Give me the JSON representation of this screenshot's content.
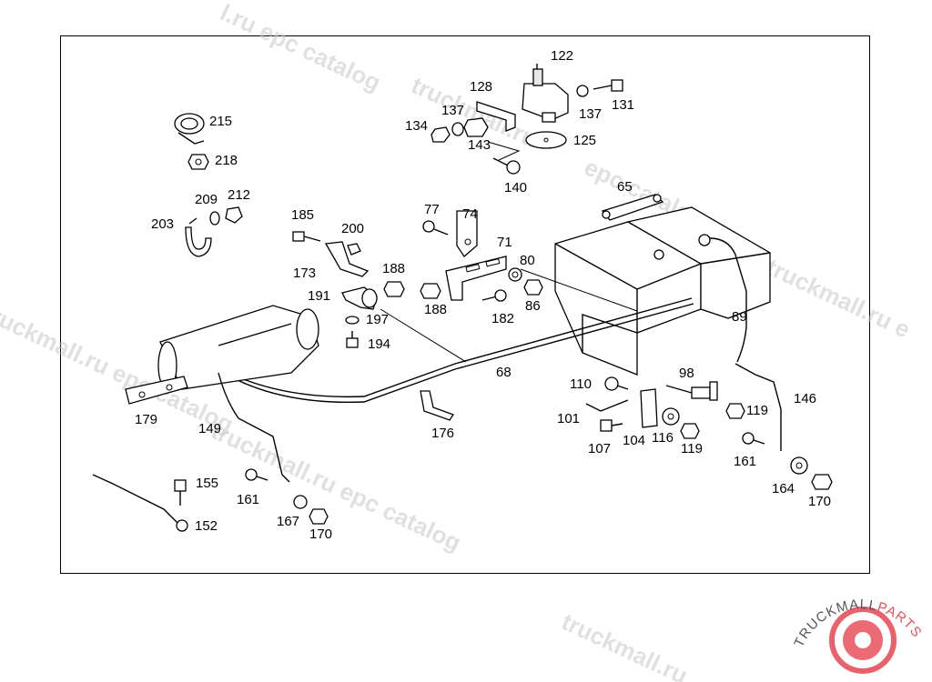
{
  "watermark": {
    "text_a": "truckmall.ru epc catalog",
    "text_b": "truckmall.ru epc catalog",
    "text_c": "truckmall.ru epc catalog",
    "text_d": "epc catalog",
    "text_e": "l.ru epc catalog",
    "text_f": "truckmall.ru e",
    "text_g": "truckmall.ru"
  },
  "logo": {
    "text_main": "TRUCKMALL",
    "text_accent": "PARTS",
    "accent_color": "#e8505b"
  },
  "labels": {
    "p215": "215",
    "p218": "218",
    "p209": "209",
    "p212": "212",
    "p203": "203",
    "p185": "185",
    "p200": "200",
    "p173": "173",
    "p191": "191",
    "p197": "197",
    "p194": "194",
    "p188a": "188",
    "p188b": "188",
    "p77": "77",
    "p74": "74",
    "p71": "71",
    "p80": "80",
    "p86": "86",
    "p182": "182",
    "p128": "128",
    "p122": "122",
    "p137a": "137",
    "p137b": "137",
    "p131": "131",
    "p134": "134",
    "p143": "143",
    "p125": "125",
    "p140": "140",
    "p65": "65",
    "p89": "89",
    "p68": "68",
    "p179": "179",
    "p149": "149",
    "p176": "176",
    "p110": "110",
    "p98": "98",
    "p146": "146",
    "p101": "101",
    "p107": "107",
    "p104": "104",
    "p116": "116",
    "p119a": "119",
    "p119b": "119",
    "p161a": "161",
    "p161b": "161",
    "p164": "164",
    "p170a": "170",
    "p170b": "170",
    "p155": "155",
    "p152": "152",
    "p167": "167"
  }
}
